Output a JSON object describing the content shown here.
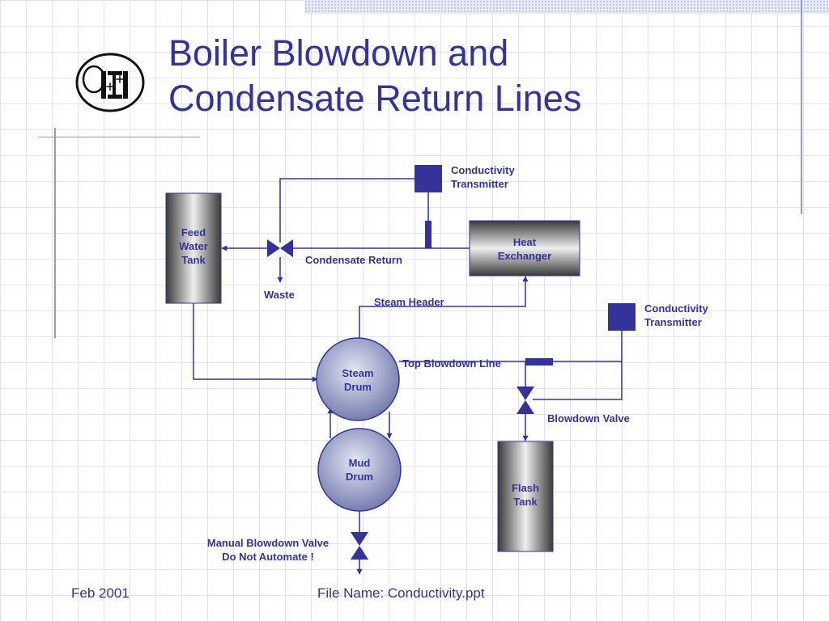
{
  "title": {
    "line1": "Boiler Blowdown and",
    "line2": "Condensate Return Lines"
  },
  "logo": {
    "text": "ISI"
  },
  "labels": {
    "feed_water_tank": [
      "Feed",
      "Water",
      "Tank"
    ],
    "heat_exchanger": [
      "Heat",
      "Exchanger"
    ],
    "steam_drum": [
      "Steam",
      "Drum"
    ],
    "mud_drum": [
      "Mud",
      "Drum"
    ],
    "flash_tank": [
      "Flash",
      "Tank"
    ],
    "conductivity_transmitter_top": [
      "Conductivity",
      "Transmitter"
    ],
    "conductivity_transmitter_right": [
      "Conductivity",
      "Transmitter"
    ],
    "condensate_return": "Condensate Return",
    "waste": "Waste",
    "steam_header": "Steam Header",
    "top_blowdown_line": "Top Blowdown Line",
    "blowdown_valve": "Blowdown Valve",
    "manual_blowdown_valve": [
      "Manual Blowdown Valve",
      "Do Not Automate !"
    ]
  },
  "footer": {
    "date": "Feb 2001",
    "file_name": "File Name: Conductivity.ppt"
  },
  "colors": {
    "accent": "#333399",
    "line": "#333399"
  }
}
